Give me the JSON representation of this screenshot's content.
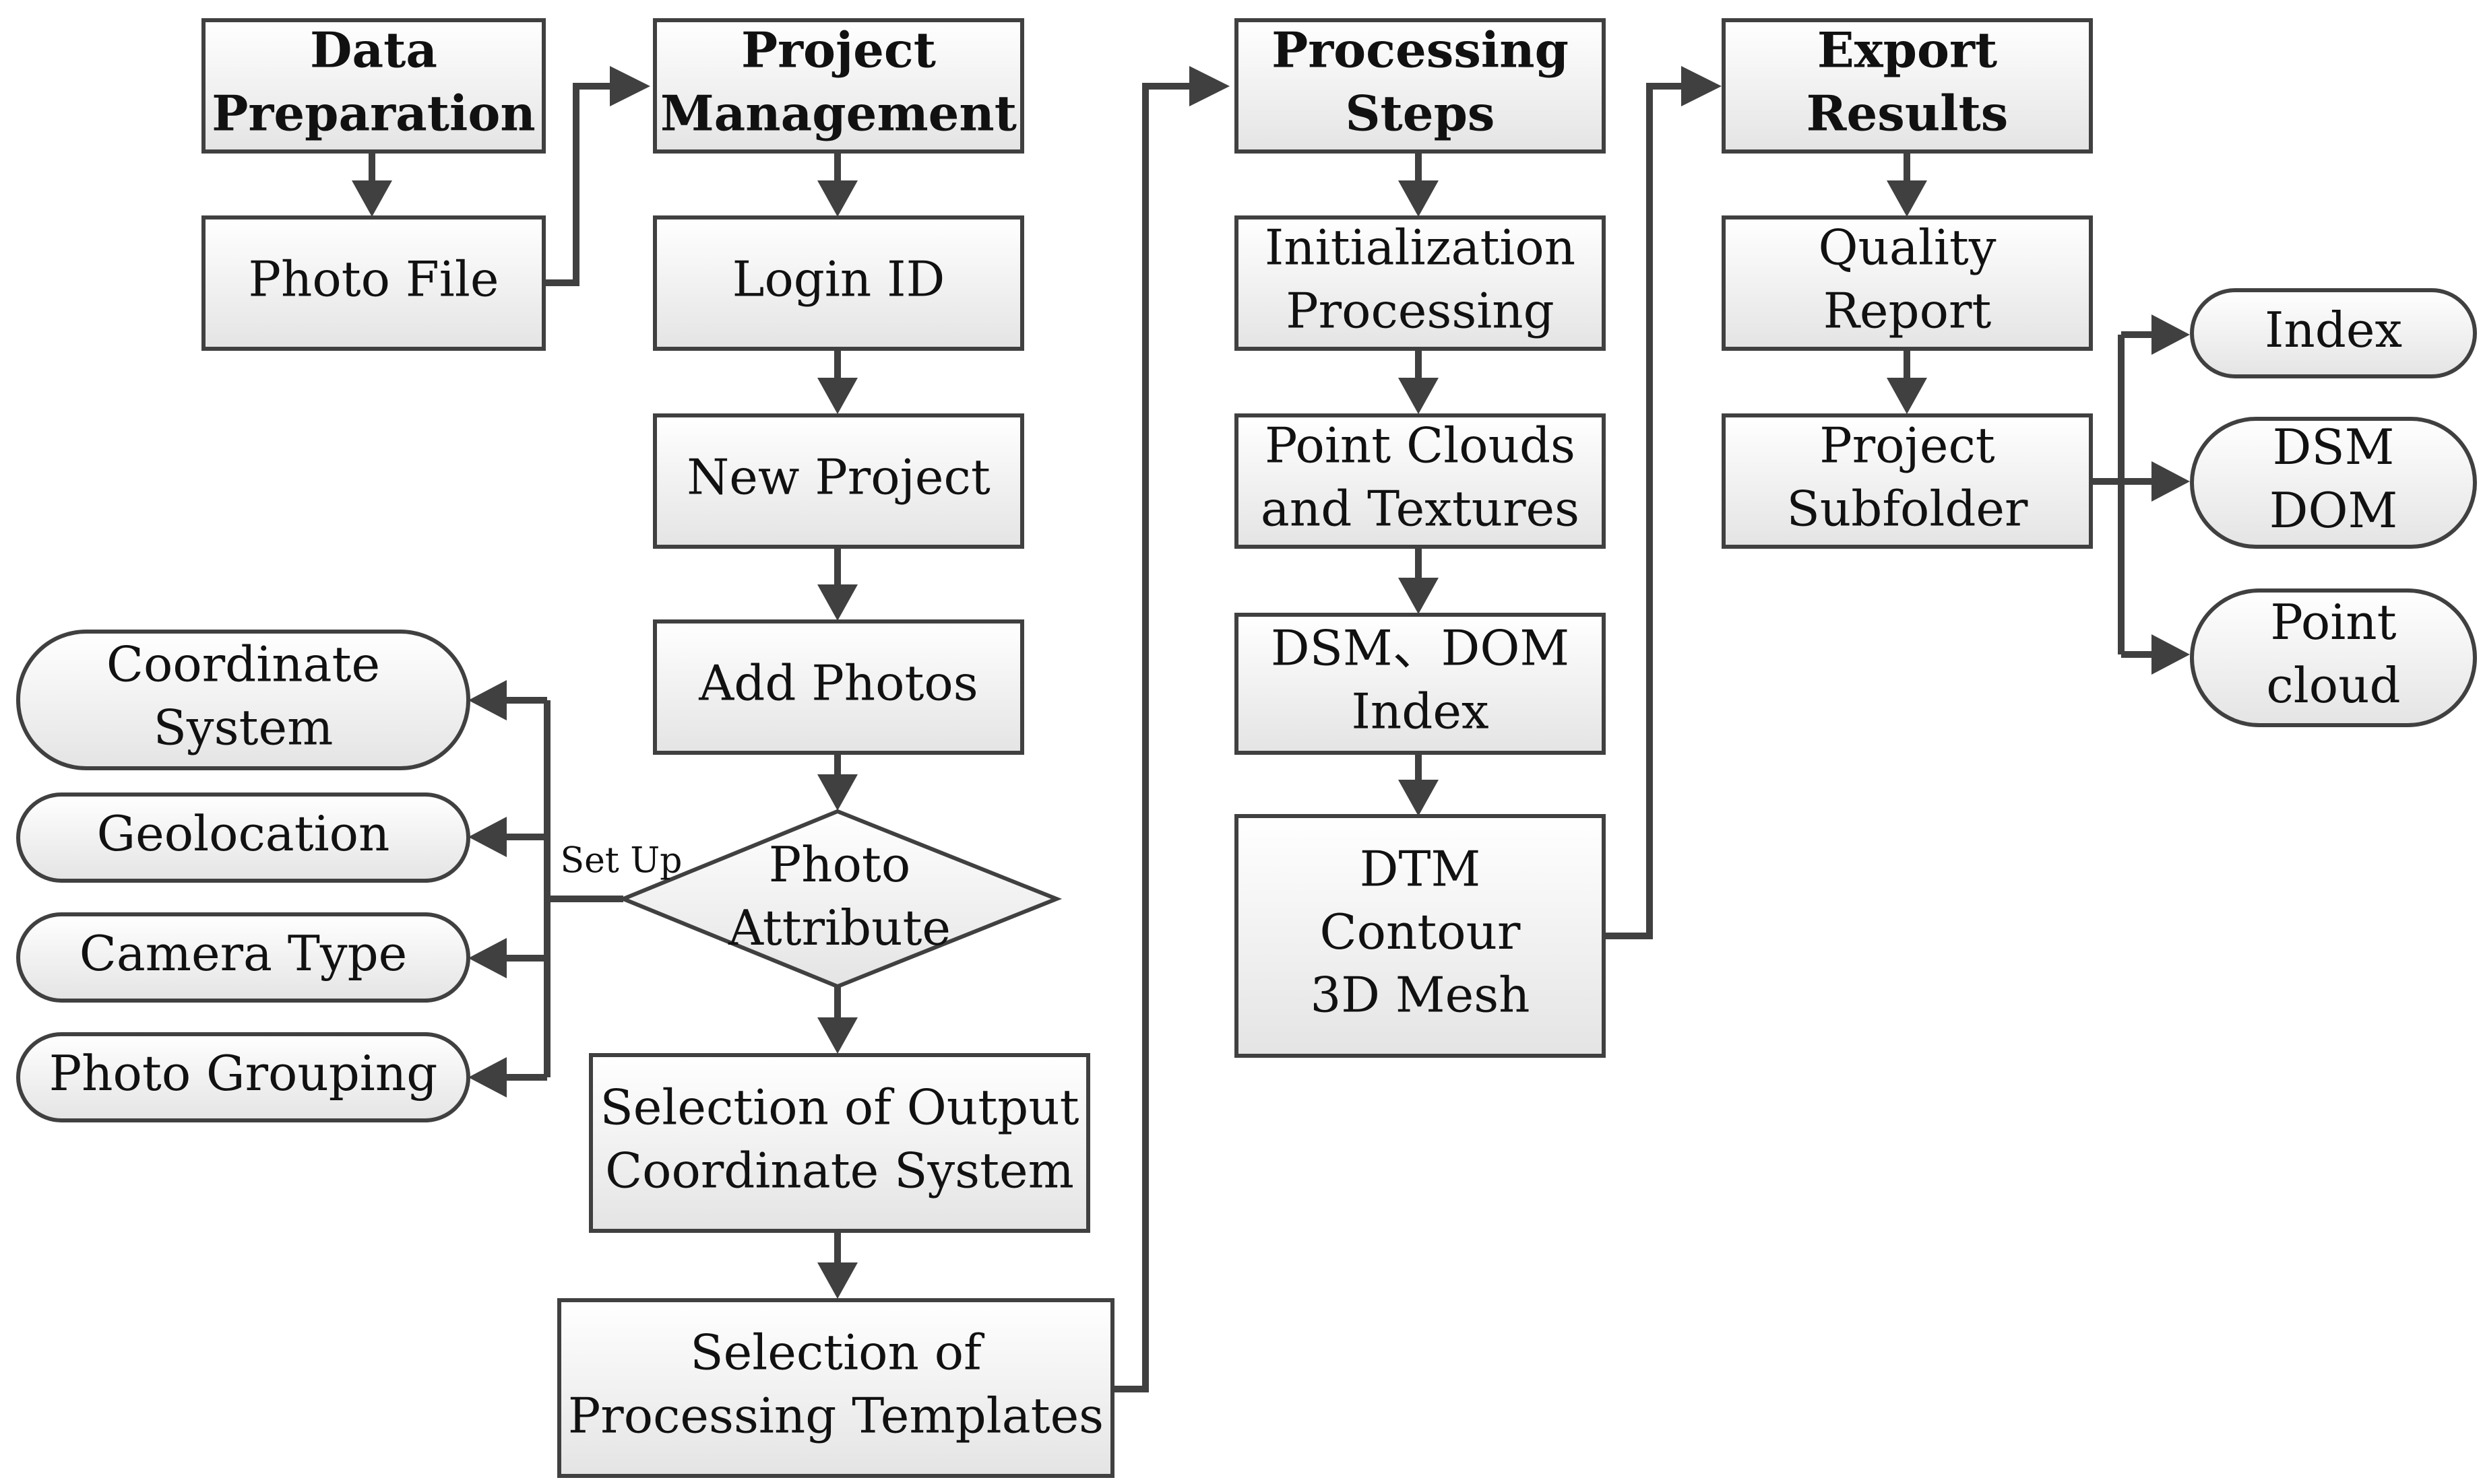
{
  "columns": {
    "data_preparation": {
      "header": [
        "Data",
        "Preparation"
      ],
      "photo_file": [
        "Photo File"
      ]
    },
    "project_management": {
      "header": [
        "Project",
        "Management"
      ],
      "login_id": [
        "Login ID"
      ],
      "new_project": [
        "New Project"
      ],
      "add_photos": [
        "Add Photos"
      ],
      "photo_attribute": [
        "Photo",
        "Attribute"
      ],
      "output_coordinate": [
        "Selection of Output",
        "Coordinate System"
      ],
      "processing_templates": [
        "Selection of",
        "Processing Templates"
      ]
    },
    "processing_steps": {
      "header": [
        "Processing",
        "Steps"
      ],
      "initialization": [
        "Initialization",
        "Processing"
      ],
      "point_clouds": [
        "Point Clouds",
        "and Textures"
      ],
      "dsm_dom_index": [
        "DSM、DOM",
        "Index"
      ],
      "dtm_contour_mesh": [
        "DTM",
        "Contour",
        "3D Mesh"
      ]
    },
    "export_results": {
      "header": [
        "Export",
        "Results"
      ],
      "quality_report": [
        "Quality",
        "Report"
      ],
      "project_subfolder": [
        "Project",
        "Subfolder"
      ]
    }
  },
  "photo_attribute_options": {
    "set_up_label": "Set Up",
    "items": [
      [
        "Coordinate",
        "System"
      ],
      [
        "Geolocation"
      ],
      [
        "Camera Type"
      ],
      [
        "Photo Grouping"
      ]
    ]
  },
  "subfolder_outputs": [
    [
      "Index"
    ],
    [
      "DSM",
      "DOM"
    ],
    [
      "Point",
      "cloud"
    ]
  ],
  "colors": {
    "stroke": "#404040",
    "fill_top": "#ffffff",
    "fill_bottom": "#e4e4e4"
  }
}
